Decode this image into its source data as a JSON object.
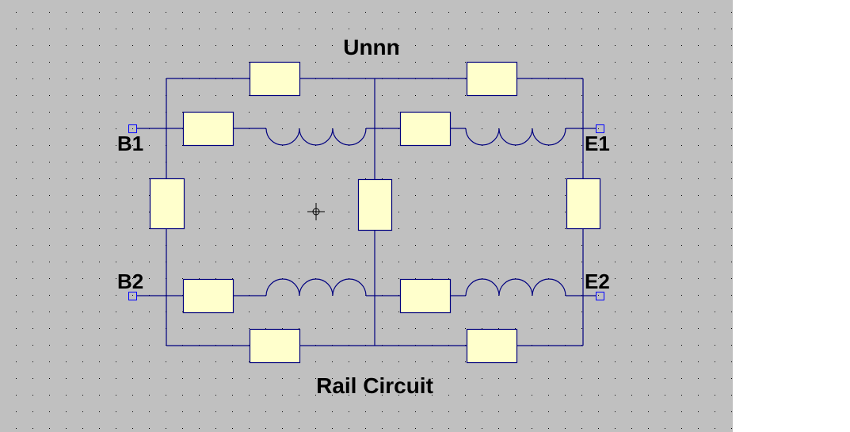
{
  "schematic": {
    "title": "Unnn",
    "subtitle": "Rail Circuit",
    "colors": {
      "canvas": "#c0c0c0",
      "wire": "#00007f",
      "component_fill": "#ffffcc",
      "component_stroke": "#00007f",
      "port": "#0000ff",
      "grid_dot": "#000000",
      "label": "#000000"
    },
    "ports": [
      {
        "id": "B1",
        "label": "B1"
      },
      {
        "id": "E1",
        "label": "E1"
      },
      {
        "id": "B2",
        "label": "B2"
      },
      {
        "id": "E2",
        "label": "E2"
      }
    ],
    "components": {
      "resistors": [
        {
          "id": "R-top-left",
          "orientation": "horizontal"
        },
        {
          "id": "R-top-right",
          "orientation": "horizontal"
        },
        {
          "id": "R-upper-left",
          "orientation": "horizontal"
        },
        {
          "id": "R-upper-right",
          "orientation": "horizontal"
        },
        {
          "id": "R-left-shunt",
          "orientation": "vertical"
        },
        {
          "id": "R-middle-shunt",
          "orientation": "vertical"
        },
        {
          "id": "R-right-shunt",
          "orientation": "vertical"
        },
        {
          "id": "R-lower-left",
          "orientation": "horizontal"
        },
        {
          "id": "R-lower-right",
          "orientation": "horizontal"
        },
        {
          "id": "R-bottom-left",
          "orientation": "horizontal"
        },
        {
          "id": "R-bottom-right",
          "orientation": "horizontal"
        }
      ],
      "inductors": [
        {
          "id": "L-upper-left",
          "turns": 3
        },
        {
          "id": "L-upper-right",
          "turns": 3
        },
        {
          "id": "L-lower-left",
          "turns": 3
        },
        {
          "id": "L-lower-right",
          "turns": 3
        }
      ]
    },
    "cursor": "crosshair-icon"
  }
}
